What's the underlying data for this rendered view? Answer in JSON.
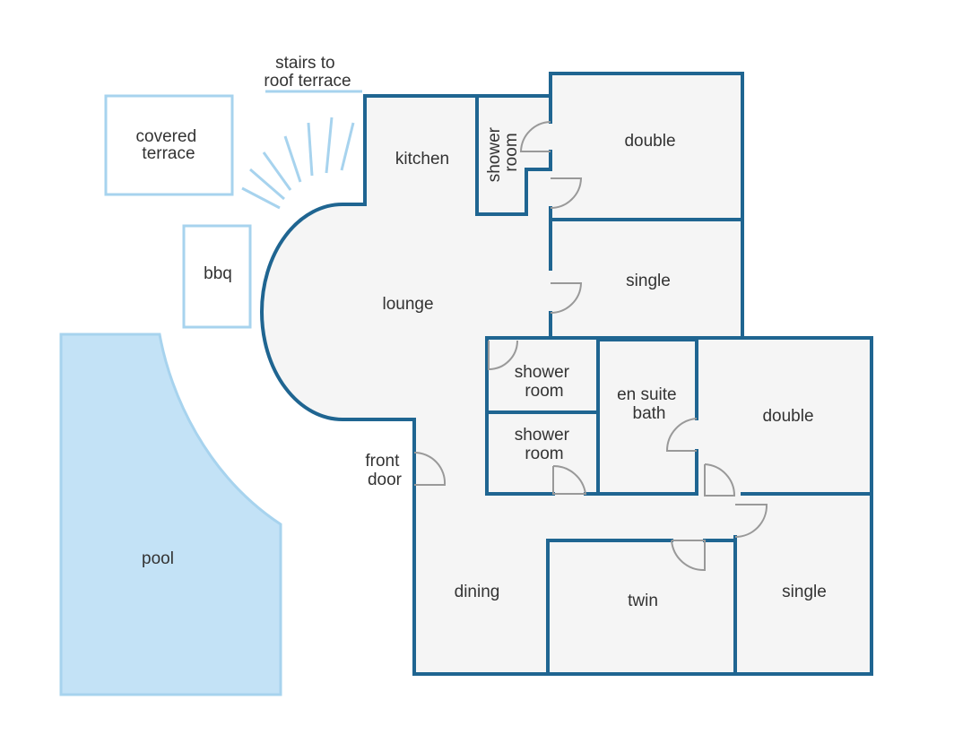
{
  "labels": {
    "kitchen": "kitchen",
    "shower_room_top": [
      "shower",
      "room"
    ],
    "double_top": "double",
    "single_mid": "single",
    "lounge": "lounge",
    "shower_room_1": [
      "shower",
      "room"
    ],
    "shower_room_2": [
      "shower",
      "room"
    ],
    "en_suite_bath": [
      "en suite",
      "bath"
    ],
    "double_right": "double",
    "front_door": [
      "front",
      "door"
    ],
    "dining": "dining",
    "twin": "twin",
    "single_right": "single",
    "covered_terrace": [
      "covered",
      "terrace"
    ],
    "bbq": "bbq",
    "pool": "pool",
    "stairs": [
      "stairs to",
      "roof terrace"
    ]
  },
  "colors": {
    "wall": "#1f6591",
    "room_fill": "#f5f5f5",
    "outdoor_outline": "#a7d3ee",
    "pool_fill": "#c3e2f6",
    "door_swing": "#999999",
    "text": "#333333"
  }
}
